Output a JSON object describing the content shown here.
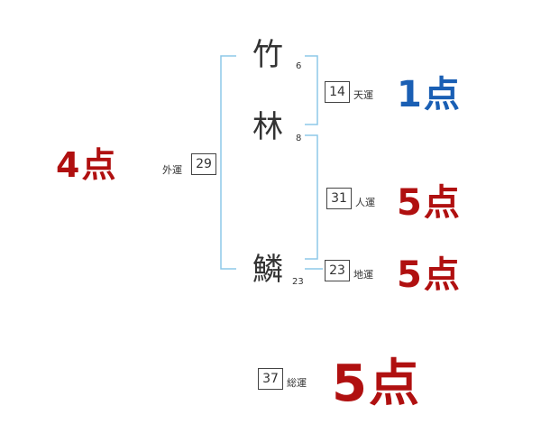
{
  "name": {
    "chars": [
      {
        "char": "竹",
        "strokes": "6"
      },
      {
        "char": "林",
        "strokes": "8"
      },
      {
        "char": "鱗",
        "strokes": "23"
      }
    ]
  },
  "fortunes": {
    "tenkaku": {
      "label": "天運",
      "number": "14",
      "score": "1点",
      "color": "#1a5fb4"
    },
    "jinkaku": {
      "label": "人運",
      "number": "31",
      "score": "5点",
      "color": "#b01010"
    },
    "chikaku": {
      "label": "地運",
      "number": "23",
      "score": "5点",
      "color": "#b01010"
    },
    "gaikaku": {
      "label": "外運",
      "number": "29",
      "score": "4点",
      "color": "#b01010"
    },
    "soukaku": {
      "label": "総運",
      "number": "37",
      "score": "5点",
      "color": "#b01010"
    }
  },
  "colors": {
    "bracket": "#8ec8e8"
  }
}
